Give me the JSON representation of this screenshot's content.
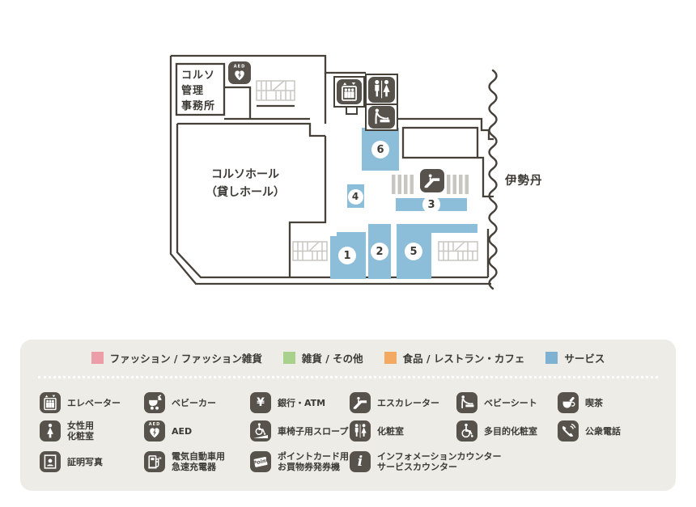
{
  "map": {
    "admin_office_label": "コルソ\n管理\n事務所",
    "hall_label": "コルソホール\n（貸しホール）",
    "neighbor_label": "伊勢丹",
    "areas": [
      {
        "number": "1"
      },
      {
        "number": "2"
      },
      {
        "number": "3"
      },
      {
        "number": "4"
      },
      {
        "number": "5"
      },
      {
        "number": "6"
      }
    ],
    "colors": {
      "wall": "#454038",
      "service_area": "#8cbed9",
      "stairs": "#c8c6c1",
      "icon_background": "#57524b"
    }
  },
  "legend": {
    "categories": [
      {
        "label": "ファッション / ファッション雑貨",
        "color": "#ec9da8"
      },
      {
        "label": "雑貨 / その他",
        "color": "#a8d28c"
      },
      {
        "label": "食品 / レストラン・カフェ",
        "color": "#f4a963"
      },
      {
        "label": "サービス",
        "color": "#7fb2d2"
      }
    ],
    "items": [
      {
        "icon": "elevator-icon",
        "label": "エレベーター"
      },
      {
        "icon": "stroller-icon",
        "label": "ベビーカー"
      },
      {
        "icon": "yen-icon",
        "label": "銀行・ATM"
      },
      {
        "icon": "escalator-icon",
        "label": "エスカレーター"
      },
      {
        "icon": "baby-seat-icon",
        "label": "ベビーシート"
      },
      {
        "icon": "coffee-icon",
        "label": "喫茶"
      },
      {
        "icon": "female-icon",
        "label": "女性用\n化粧室"
      },
      {
        "icon": "aed-icon",
        "label": "AED"
      },
      {
        "icon": "wheelchair-slope-icon",
        "label": "車椅子用スロープ"
      },
      {
        "icon": "restroom-icon",
        "label": "化粧室"
      },
      {
        "icon": "wheelchair-icon",
        "label": "多目的化粧室"
      },
      {
        "icon": "phone-icon",
        "label": "公衆電話"
      },
      {
        "icon": "photo-icon",
        "label": "証明写真"
      },
      {
        "icon": "ev-charger-icon",
        "label": "電気自動車用\n急速充電器"
      },
      {
        "icon": "point-card-icon",
        "label": "ポイントカード用\nお買物券発券機"
      },
      {
        "icon": "info-icon",
        "label": "インフォメーションカウンター\nサービスカウンター"
      }
    ]
  },
  "icon_texts": {
    "aed": "AED",
    "point": "Point",
    "info": "i",
    "yen": "¥"
  }
}
